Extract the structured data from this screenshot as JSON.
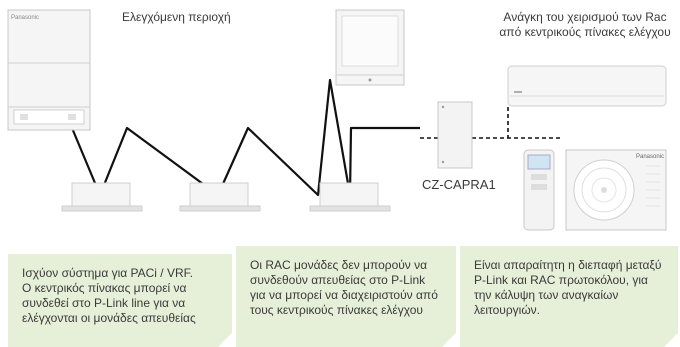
{
  "labels": {
    "controlled_area": "Ελεγχόμενη περιοχή",
    "rac_need": "Ανάγκη του χειρισμού των Rac από κεντρικούς πίνακες ελέγχου",
    "adapter_model": "CZ-CAPRA1"
  },
  "brand": {
    "indoor_tower": "Panasonic",
    "outdoor_unit": "Panasonic"
  },
  "callouts": [
    "Ισχύον σύστημα για PACi / VRF.\nΟ κεντρικός πίνακας μπορεί να συνδεθεί στο P-Link line για να ελέγχονται οι μονάδες απευθείας",
    "Οι RAC μονάδες δεν μπορούν να συνδεθούν απευθείας στο P-Link για να μπορεί να διαχειριστούν από τους κεντρικούς πίνακες ελέγχου",
    "Είναι απαραίτητη η διεπαφή μεταξύ P-Link και  RAC πρωτοκόλου, για την κάλυψη των αναγκαίων λειτουργιών."
  ],
  "colors": {
    "callout_bg": "#e6efd8",
    "line": "#111111",
    "device_stroke": "#c8c8c8",
    "device_fill": "#f4f4f4"
  }
}
